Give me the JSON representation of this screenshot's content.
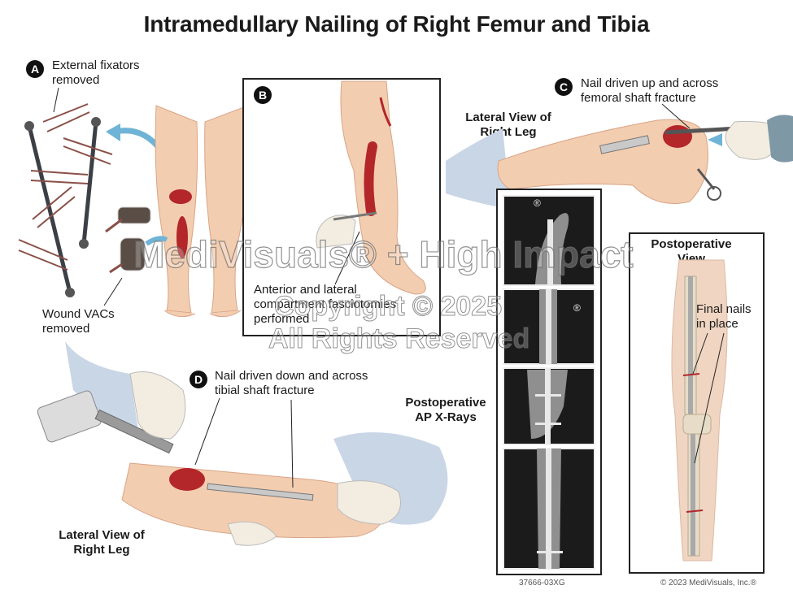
{
  "title": "Intramedullary Nailing of Right Femur and Tibia",
  "panels": {
    "a": {
      "letter": "A",
      "label_top": "External fixators removed",
      "label_bottom": "Wound VACs removed"
    },
    "b": {
      "letter": "B",
      "label": "Anterior and lateral compartment fasciotomies performed"
    },
    "c": {
      "letter": "C",
      "label": "Nail driven up and across femoral shaft fracture",
      "view_label": "Lateral View of Right Leg"
    },
    "d": {
      "letter": "D",
      "label": "Nail driven down and across tibial shaft fracture",
      "view_label": "Lateral View of Right Leg"
    },
    "xray": {
      "label": "Postoperative AP X-Rays",
      "marker": "®"
    },
    "postop": {
      "title": "Postoperative View",
      "label": "Final nails in place"
    }
  },
  "watermark": {
    "line1": "MediVisuals® + High Impact",
    "line2": "Copyright © 2025",
    "line3": "All Rights Reserved"
  },
  "footer": {
    "code": "37666-03XG",
    "copyright": "© 2023 MediVisuals, Inc.®"
  },
  "colors": {
    "skin": "#f3cdb0",
    "skin_shade": "#e2a98a",
    "wound": "#b3262a",
    "glove": "#f2ede0",
    "drape": "#c9d6e6",
    "arrow": "#6fb4d6",
    "xray_bg": "#1b1b1b"
  }
}
